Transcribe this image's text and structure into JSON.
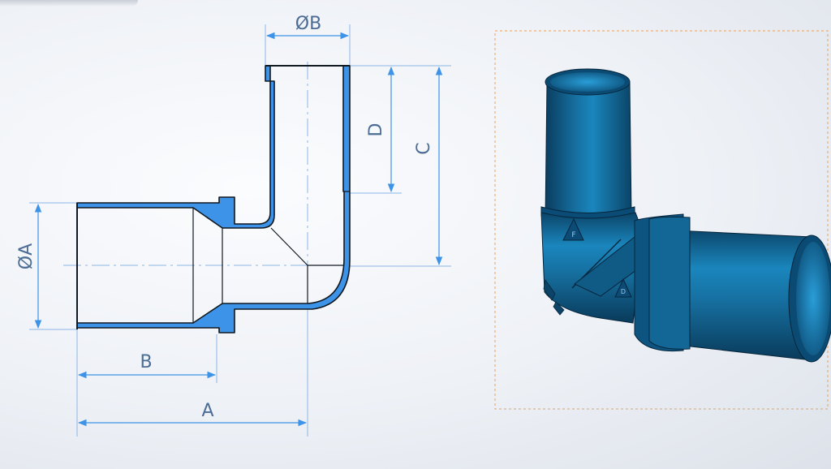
{
  "drawing": {
    "dimension_labels": {
      "phi_a": "ØA",
      "phi_b": "ØB",
      "a": "A",
      "b": "B",
      "c": "C",
      "d": "D"
    },
    "accent_color": "#3d93e8",
    "outline_color": "#101820",
    "dimension_color": "#8db7e6"
  },
  "render_view": {
    "frame_style": "dashed-orange",
    "frame_color": "#e8a060",
    "part_color": "#0f5f8f",
    "badge_labels": [
      "F",
      "D"
    ]
  }
}
